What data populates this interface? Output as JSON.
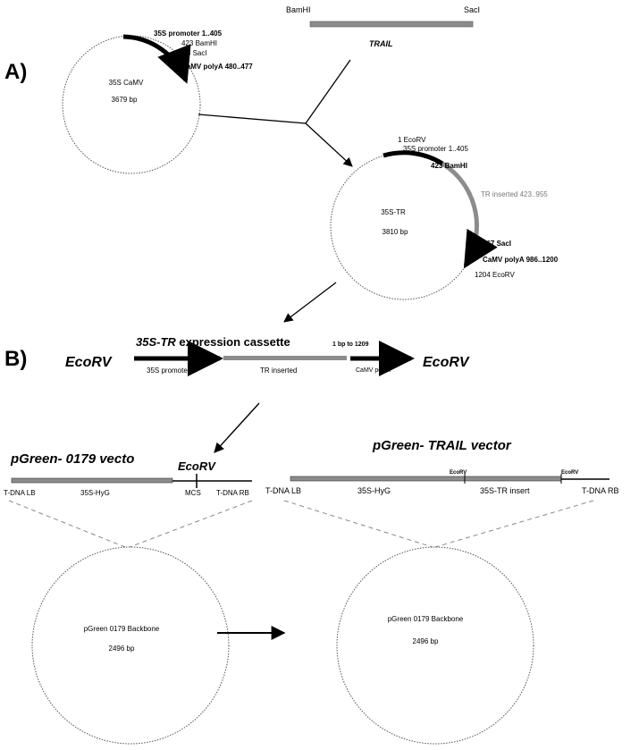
{
  "sections": {
    "a": "A)",
    "b": "B)"
  },
  "trail_insert": {
    "left_site": "BamHI",
    "right_site": "SacI",
    "label": "TRAIL"
  },
  "p35s": {
    "ann_promoter": "35S promoter 1..405",
    "ann_bamhi": "423 BamHI",
    "ann_saci": "438 SacI",
    "ann_polya": "CaMV polyA 480..477",
    "center_name": "35S CaMV",
    "center_size": "3679 bp"
  },
  "p35s_tr": {
    "ann_ecorv1": "1 EcoRV",
    "ann_promoter": "35S promoter 1..405",
    "ann_bamhi": "423 BamHI",
    "ann_insert": "TR inserted 423..955",
    "ann_saci": "967 SacI",
    "ann_polya": "CaMV polyA 986..1200",
    "ann_ecorv2": "1204 EcoRV",
    "center_name": "35S-TR",
    "center_size": "3810 bp"
  },
  "cassette": {
    "title_italic": "35S-TR",
    "title_rest": " expression cassette",
    "title_small": "1 bp to 1209",
    "left_site": "EcoRV",
    "right_site": "EcoRV",
    "seg_promoter": "35S promoter",
    "seg_insert": "TR inserted",
    "seg_polya": "CaMV polyA"
  },
  "pgreen0179": {
    "title": "pGreen- 0179 vecto",
    "ecorv": "EcoRV",
    "lb": "T-DNA LB",
    "hyg": "35S-HyG",
    "mcs": "MCS",
    "rb": "T-DNA RB",
    "center_name": "pGreen 0179 Backbone",
    "center_size": "2496 bp"
  },
  "pgreen_trail": {
    "title_prefix": "pGreen- ",
    "title_italic": "TRAIL",
    "title_suffix": " vector",
    "ecorv1": "EcoRV",
    "ecorv2": "EcoRV",
    "lb": "T-DNA LB",
    "hyg": "35S-HyG",
    "insert": "35S-TR insert",
    "rb": "T-DNA RB",
    "center_name": "pGreen 0179 Backbone",
    "center_size": "2496 bp"
  },
  "colors": {
    "line": "#000000",
    "insert": "#8c8c8c",
    "dashed": "#888888"
  }
}
